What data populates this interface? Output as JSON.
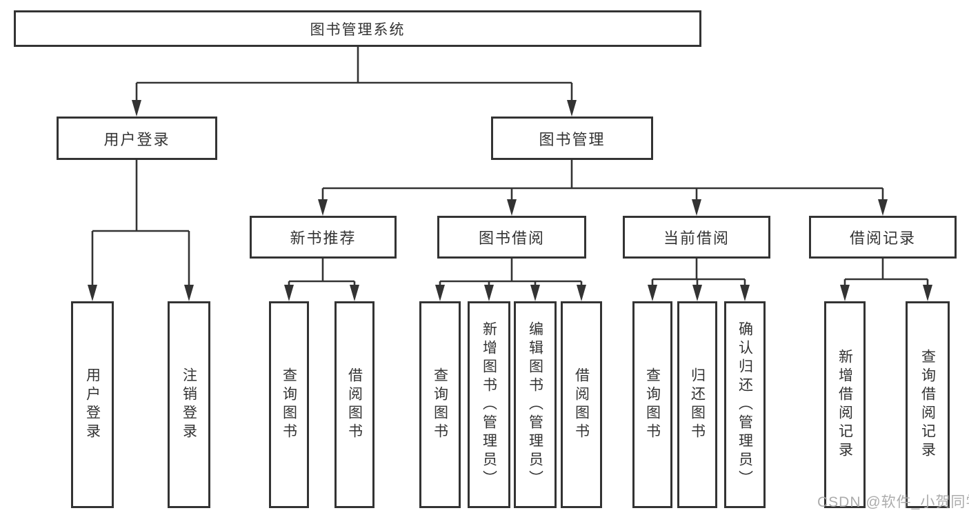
{
  "nodes": {
    "root": "图书管理系统",
    "level2": [
      {
        "label": "用户登录"
      },
      {
        "label": "图书管理"
      }
    ],
    "level3": [
      {
        "label": "新书推荐",
        "parent": "图书管理"
      },
      {
        "label": "图书借阅",
        "parent": "图书管理"
      },
      {
        "label": "当前借阅",
        "parent": "图书管理"
      },
      {
        "label": "借阅记录",
        "parent": "图书管理"
      }
    ],
    "leaves": [
      {
        "label": "用户登录",
        "parent": "用户登录"
      },
      {
        "label": "注销登录",
        "parent": "用户登录"
      },
      {
        "label": "查询图书",
        "parent": "新书推荐"
      },
      {
        "label": "借阅图书",
        "parent": "新书推荐"
      },
      {
        "label": "查询图书",
        "parent": "图书借阅"
      },
      {
        "label": "新增图书（管理员）",
        "parent": "图书借阅"
      },
      {
        "label": "编辑图书（管理员）",
        "parent": "图书借阅"
      },
      {
        "label": "借阅图书",
        "parent": "图书借阅"
      },
      {
        "label": "查询图书",
        "parent": "当前借阅"
      },
      {
        "label": "归还图书",
        "parent": "当前借阅"
      },
      {
        "label": "确认归还（管理员）",
        "parent": "当前借阅"
      },
      {
        "label": "新增借阅记录",
        "parent": "借阅记录"
      },
      {
        "label": "查询借阅记录",
        "parent": "借阅记录"
      }
    ]
  },
  "watermark": "CSDN @软件_小贺同学",
  "colors": {
    "line": "#333333",
    "box_border": "#333333",
    "box_fill": "#ffffff",
    "text": "#333333",
    "watermark": "#a8a8a8",
    "background": "#ffffff"
  }
}
